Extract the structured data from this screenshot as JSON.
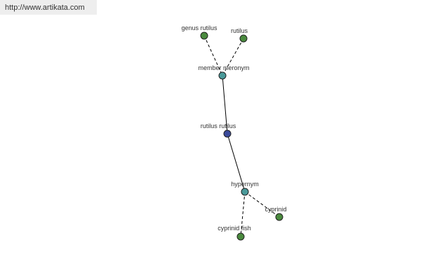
{
  "watermark": {
    "url_text": "http://www.artikata.com"
  },
  "colors": {
    "leaf": "#4a8a3e",
    "relation": "#4a9a9a",
    "center": "#3a4a9a",
    "edge": "#000000"
  },
  "graph": {
    "nodes": [
      {
        "id": "genus-rutilus",
        "label": "genus rutilus",
        "kind": "leaf"
      },
      {
        "id": "rutilus",
        "label": "rutilus",
        "kind": "leaf"
      },
      {
        "id": "member-meronym",
        "label": "member meronym",
        "kind": "relation"
      },
      {
        "id": "rutilus-rutilus",
        "label": "rutilus rutilus",
        "kind": "center"
      },
      {
        "id": "hypernym",
        "label": "hypernym",
        "kind": "relation"
      },
      {
        "id": "cyprinid",
        "label": "cyprinid",
        "kind": "leaf"
      },
      {
        "id": "cyprinid-fish",
        "label": "cyprinid fish",
        "kind": "leaf"
      }
    ],
    "edges": [
      {
        "from": "genus-rutilus",
        "to": "member-meronym",
        "style": "dashed"
      },
      {
        "from": "rutilus",
        "to": "member-meronym",
        "style": "dashed"
      },
      {
        "from": "member-meronym",
        "to": "rutilus-rutilus",
        "style": "solid"
      },
      {
        "from": "rutilus-rutilus",
        "to": "hypernym",
        "style": "solid"
      },
      {
        "from": "hypernym",
        "to": "cyprinid",
        "style": "dashed"
      },
      {
        "from": "hypernym",
        "to": "cyprinid-fish",
        "style": "dashed"
      }
    ]
  }
}
